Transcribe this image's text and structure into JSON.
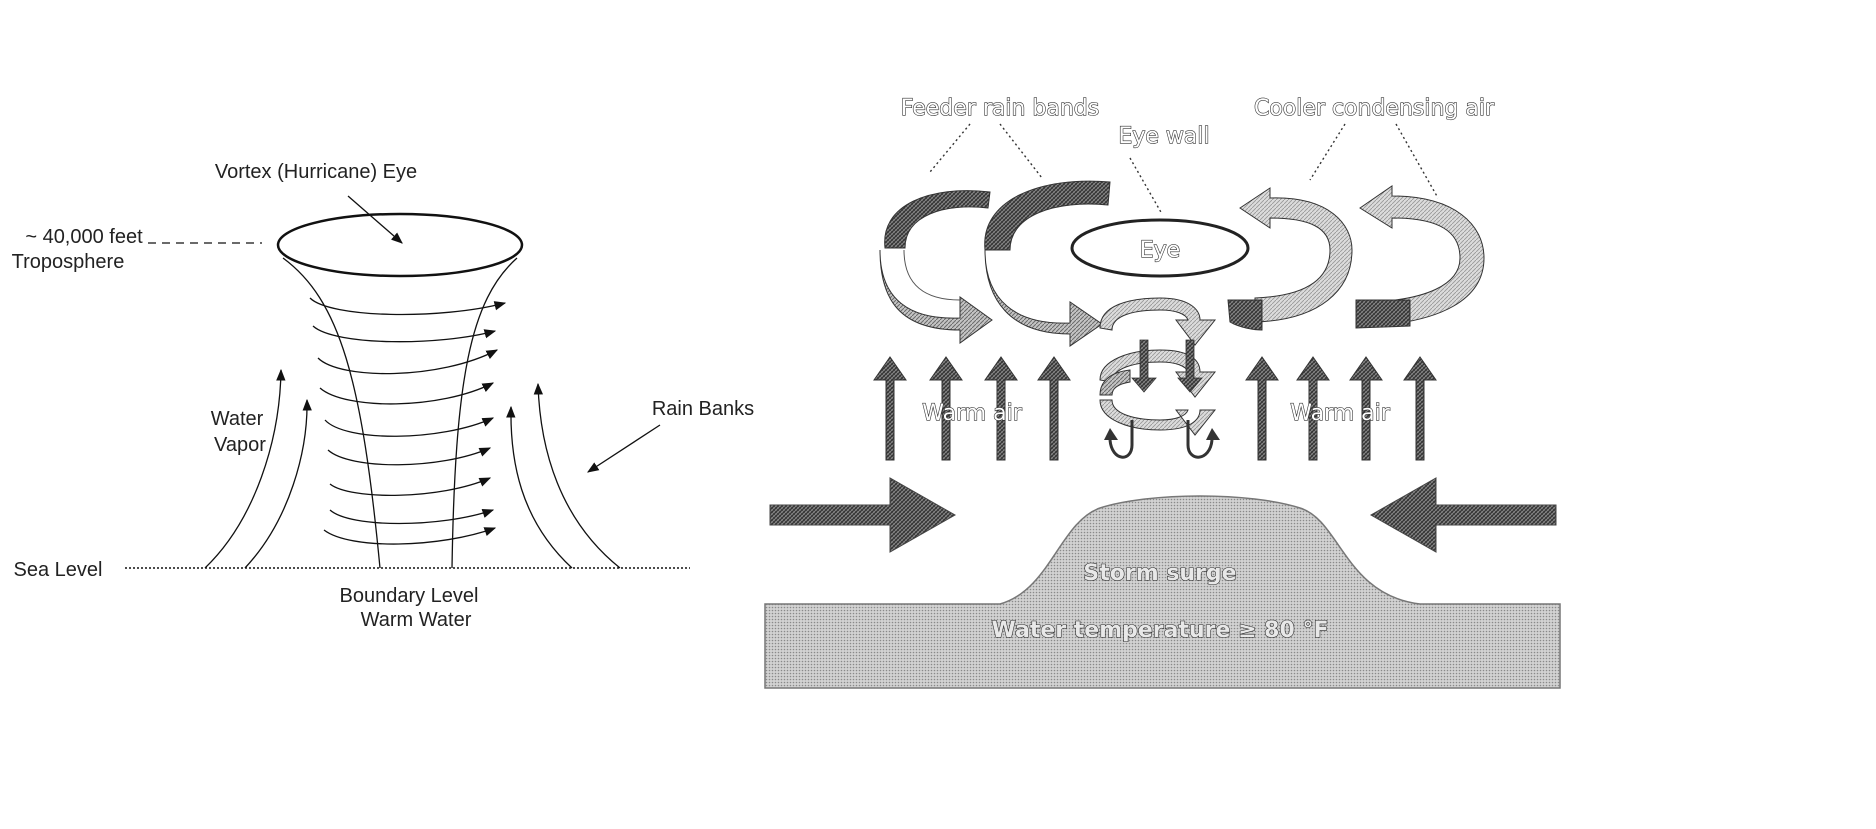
{
  "left_diagram": {
    "eye_label": "Vortex (Hurricane) Eye",
    "altitude_label_1": "~ 40,000 feet",
    "altitude_label_2": "Troposphere",
    "vapor_label_1": "Water",
    "vapor_label_2": "Vapor",
    "rain_label": "Rain Banks",
    "sea_label": "Sea Level",
    "boundary_label_1": "Boundary Level",
    "boundary_label_2": "Warm Water"
  },
  "right_diagram": {
    "feeder_label": "Feeder rain bands",
    "eye_wall_label": "Eye wall",
    "cooler_label": "Cooler condensing air",
    "eye_label": "Eye",
    "warm_air_left": "Warm air",
    "warm_air_right": "Warm air",
    "storm_surge_label": "Storm surge",
    "water_temp_label": "Water temperature ≥ 80 °F"
  }
}
